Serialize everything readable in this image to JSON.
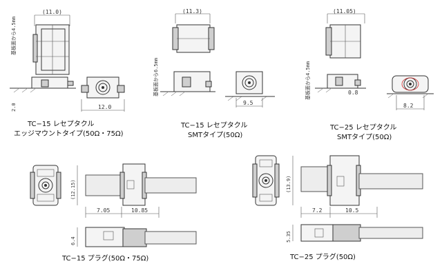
{
  "captions": {
    "tc15_edge": {
      "line1": "TC−15 レセプタクル",
      "line2": "エッジマウントタイプ(50Ω・75Ω)"
    },
    "tc15_smt": {
      "line1": "TC−15 レセプタクル",
      "line2": "SMTタイプ(50Ω)"
    },
    "tc25_smt": {
      "line1": "TC−25 レセプタクル",
      "line2": "SMTタイプ(50Ω)"
    },
    "tc15_plug": "TC−15 プラグ(50Ω・75Ω)",
    "tc25_plug": "TC−25 プラグ(50Ω)"
  },
  "dims": {
    "tc15_edge": {
      "top_width": "(11.0)",
      "height": "基板面から4.5mm",
      "offset": "2.0",
      "front_width": "12.0"
    },
    "tc15_smt": {
      "top_width": "(11.3)",
      "height": "基板面から6.5mm",
      "front_width": "9.5"
    },
    "tc25_smt": {
      "top_width": "(11.05)",
      "height": "基板面から4.5mm",
      "front_width": "8.2",
      "small": "0.8"
    },
    "tc15_plug": {
      "height": "(12.15)",
      "left_len": "7.05",
      "right_len": "10.85",
      "side_height": "6.4"
    },
    "tc25_plug": {
      "height": "(13.9)",
      "left_len": "7.2",
      "right_len": "10.5",
      "side_height": "5.35"
    }
  }
}
